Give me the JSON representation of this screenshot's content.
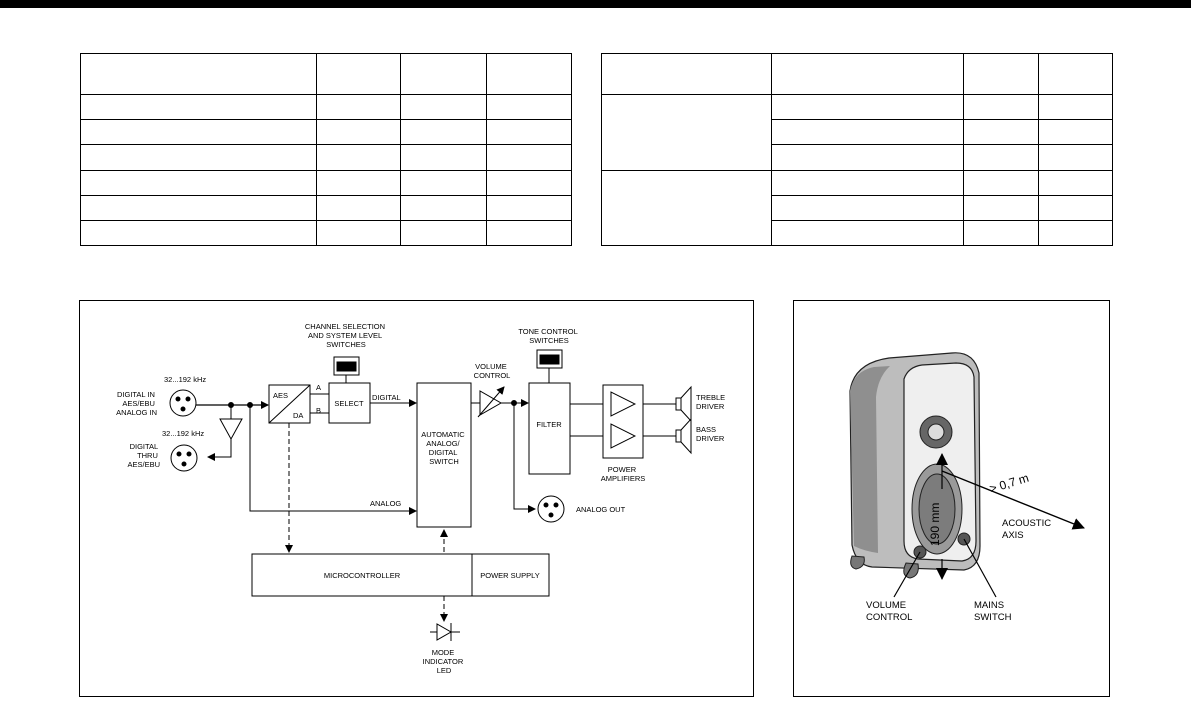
{
  "block_diagram": {
    "channel_sel": [
      "CHANNEL SELECTION",
      "AND SYSTEM LEVEL",
      "SWITCHES"
    ],
    "tone_sw": [
      "TONE CONTROL",
      "SWITCHES"
    ],
    "volume": [
      "VOLUME",
      "CONTROL"
    ],
    "freq_in": "32...192 kHz",
    "freq_thru": "32...192 kHz",
    "in_label": [
      "DIGITAL  IN",
      "AES/EBU",
      "ANALOG IN"
    ],
    "thru_label": [
      "DIGITAL",
      "THRU",
      "AES/EBU"
    ],
    "aes": "AES",
    "da": "DA",
    "a": "A",
    "b": "B",
    "select": "SELECT",
    "digital": "DIGITAL",
    "analog": "ANALOG",
    "auto_switch": [
      "AUTOMATIC",
      "ANALOG/",
      "DIGITAL",
      "SWITCH"
    ],
    "filter": "FILTER",
    "treble": [
      "TREBLE",
      "DRIVER"
    ],
    "bass": [
      "BASS",
      "DRIVER"
    ],
    "power_amps": [
      "POWER",
      "AMPLIFIERS"
    ],
    "analog_out": "ANALOG OUT",
    "micro": "MICROCONTROLLER",
    "power_supply": "POWER SUPPLY",
    "led": [
      "MODE",
      "INDICATOR",
      "LED"
    ]
  },
  "speaker": {
    "distance": "> 0,7 m",
    "height": "190 mm",
    "acoustic_axis": [
      "ACOUSTIC",
      "AXIS"
    ],
    "volume_control": [
      "VOLUME",
      "CONTROL"
    ],
    "mains_switch": [
      "MAINS",
      "SWITCH"
    ]
  }
}
